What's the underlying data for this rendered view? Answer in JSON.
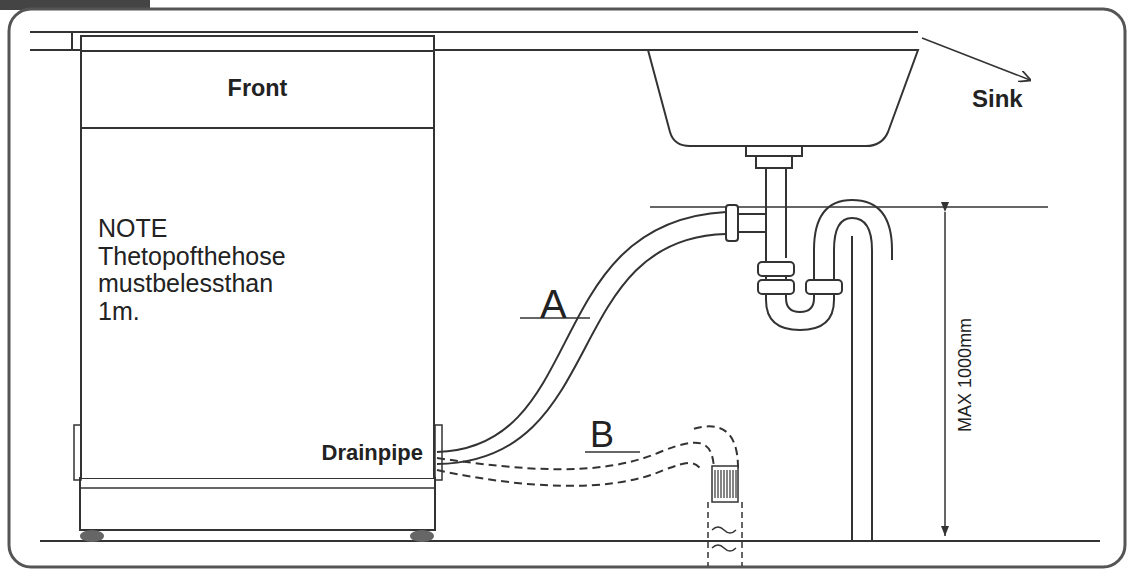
{
  "diagram": {
    "nodes": [
      {
        "text": [
          "NOTE Thetopofthehose mustbelessthan 1m.",
          "Drainpipe"
        ]
      },
      {
        "text": [
          "Front"
        ],
        "in": 0
      }
    ],
    "labels": [
      "Sink",
      "A",
      "B",
      "MAX 1000mm"
    ]
  }
}
